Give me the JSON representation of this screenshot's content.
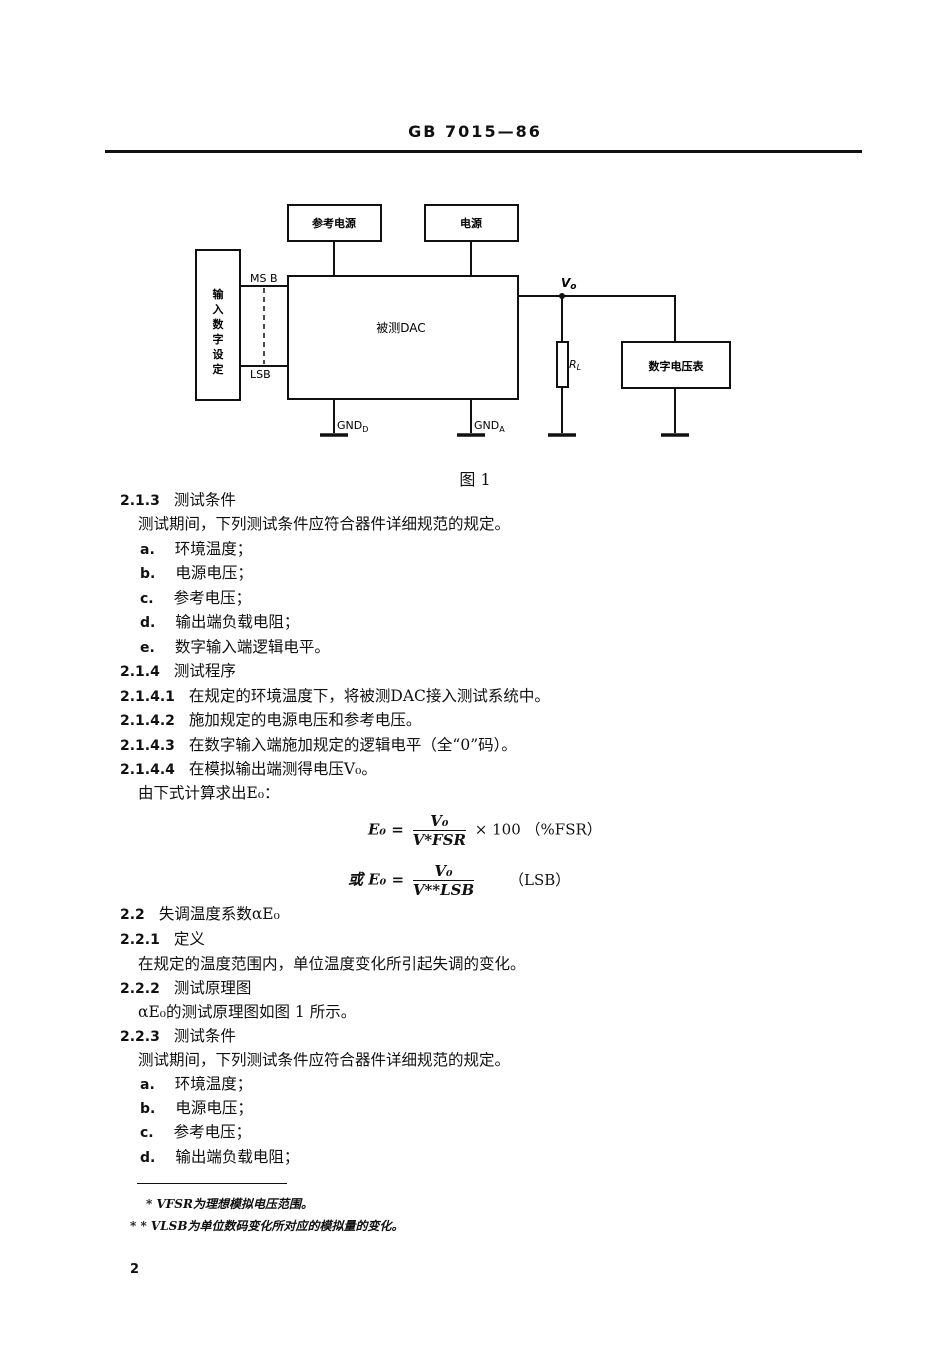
{
  "header": {
    "code": "GB 7015—86"
  },
  "figure": {
    "boxes": {
      "ref_source": "参考电源",
      "power": "电源",
      "input_chars": [
        "输",
        "入",
        "数",
        "字",
        "设",
        "定"
      ],
      "dut": "被测DAC",
      "voltmeter": "数字电压表"
    },
    "labels": {
      "msb": "MS B",
      "lsb": "LSB",
      "vo": "V",
      "vo_sub": "o",
      "resistor": "R",
      "resistor_sub": "L",
      "gndd": "GND",
      "gndd_sub": "D",
      "gnda": "GND",
      "gnda_sub": "A"
    },
    "caption": "图 1"
  },
  "s213": {
    "num": "2.1.3",
    "title": "测试条件",
    "intro": "测试期间，下列测试条件应符合器件详细规范的规定。",
    "items": [
      {
        "letter": "a.",
        "text": "环境温度；"
      },
      {
        "letter": "b.",
        "text": "电源电压；"
      },
      {
        "letter": "c.",
        "text": "参考电压；"
      },
      {
        "letter": "d.",
        "text": "输出端负载电阻；"
      },
      {
        "letter": "e.",
        "text": "数字输入端逻辑电平。"
      }
    ]
  },
  "s214": {
    "num": "2.1.4",
    "title": "测试程序",
    "steps": [
      {
        "num": "2.1.4.1",
        "text": "在规定的环境温度下，将被测DAC接入测试系统中。"
      },
      {
        "num": "2.1.4.2",
        "text": "施加规定的电源电压和参考电压。"
      },
      {
        "num": "2.1.4.3",
        "text": "在数字输入端施加规定的逻辑电平（全“0”码）。"
      },
      {
        "num": "2.1.4.4",
        "text": "在模拟输出端测得电压V₀。"
      }
    ],
    "calc": "由下式计算求出E₀：",
    "f1": {
      "lhs": "E₀ =",
      "num": "V₀",
      "den": "V*FSR",
      "rhs": "× 100 （%FSR）"
    },
    "f2": {
      "lhs": "或 E₀ =",
      "num": "V₀",
      "den": "V**LSB",
      "rhs": "（LSB）"
    }
  },
  "s22": {
    "num": "2.2",
    "title": "失调温度系数αE₀"
  },
  "s221": {
    "num": "2.2.1",
    "title": "定义",
    "text": "在规定的温度范围内，单位温度变化所引起失调的变化。"
  },
  "s222": {
    "num": "2.2.2",
    "title": "测试原理图",
    "text": "αE₀的测试原理图如图 1 所示。"
  },
  "s223": {
    "num": "2.2.3",
    "title": "测试条件",
    "intro": "测试期间，下列测试条件应符合器件详细规范的规定。",
    "items": [
      {
        "letter": "a.",
        "text": "环境温度；"
      },
      {
        "letter": "b.",
        "text": "电源电压；"
      },
      {
        "letter": "c.",
        "text": "参考电压；"
      },
      {
        "letter": "d.",
        "text": "输出端负载电阻；"
      }
    ]
  },
  "footnotes": [
    {
      "mark": "*",
      "text": "VFSR为理想模拟电压范围。"
    },
    {
      "mark": "* *",
      "text": "VLSB为单位数码变化所对应的模拟量的变化。"
    }
  ],
  "page_number": "2"
}
